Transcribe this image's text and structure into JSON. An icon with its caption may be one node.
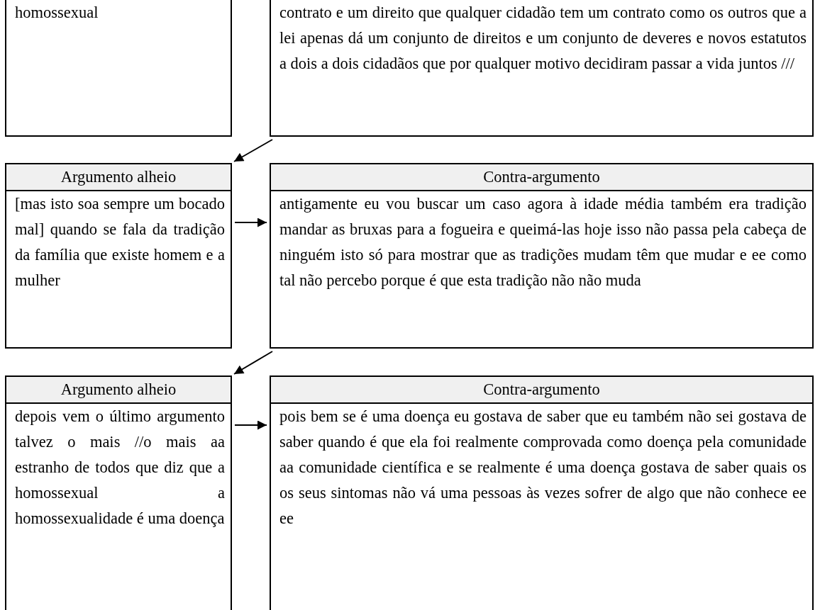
{
  "diagram": {
    "nodes": [
      {
        "text": [
          "homossexual"
        ]
      },
      {
        "text": [
          "contrato e um direito que qualquer cidadão tem um contrato como os outros que a lei apenas dá um conjunto de direitos e um conjunto de deveres e novos estatutos a dois a dois cidadãos que por qualquer motivo decidiram passar a vida juntos ///"
        ]
      },
      {
        "text": [
          "Argumento alheio",
          "[mas isto soa sempre um bocado mal] quando se fala da tradição da família que existe homem e a mulher"
        ]
      },
      {
        "text": [
          "Contra-argumento",
          "antigamente eu vou buscar um caso agora à idade média também era tradição mandar as bruxas para a fogueira e queimá-las hoje isso não passa pela cabeça de ninguém isto só para mostrar que as tradições mudam têm que mudar e ee como tal não percebo porque é que esta tradição não não muda"
        ]
      },
      {
        "text": [
          "Argumento alheio",
          "depois vem o último argumento talvez o mais //o mais aa estranho de todos que diz que a homossexual a homossexualidade é uma doença"
        ]
      },
      {
        "text": [
          "Contra-argumento",
          "pois bem se é uma doença eu gostava de saber que eu também não sei gostava de saber quando é que ela foi realmente comprovada como doença pela comunidade aa comunidade científica e se realmente é uma doença gostava de saber quais os os seus sintomas não vá uma pessoas às vezes sofrer de algo que não conhece ee ee"
        ]
      }
    ],
    "edges": [
      {
        "from": 1,
        "to": 2,
        "arrow": "to"
      },
      {
        "from": 2,
        "to": 3,
        "arrow": "to"
      },
      {
        "from": 3,
        "to": 4,
        "arrow": "to"
      },
      {
        "from": 4,
        "to": 5,
        "arrow": "to"
      }
    ]
  }
}
